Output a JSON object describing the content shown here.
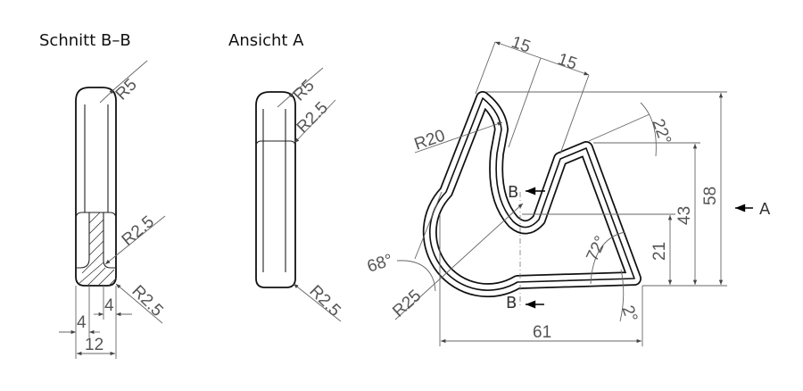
{
  "views": {
    "section_title": "Schnitt B–B",
    "view_title": "Ansicht A"
  },
  "section_dims": {
    "r_top": "R5",
    "r_inner": "R2.5",
    "r_bottom": "R2.5",
    "width_right": "4",
    "width_left": "4",
    "width_total": "12"
  },
  "view_dims": {
    "r_top": "R5",
    "r_step": "R2.5",
    "r_bottom": "R2.5"
  },
  "main_dims": {
    "offset1": "15",
    "offset2": "15",
    "r_hook": "R20",
    "r_outer": "R25",
    "angle_top": "22°",
    "angle_inner": "72°",
    "angle_left": "68°",
    "angle_bottom": "2°",
    "height_total": "58",
    "height_notch": "43",
    "height_u": "21",
    "width_total": "61"
  },
  "markers": {
    "section_top": "B",
    "section_bottom": "B",
    "view": "A"
  },
  "colors": {
    "line": "#111111",
    "dimension": "#666666"
  }
}
